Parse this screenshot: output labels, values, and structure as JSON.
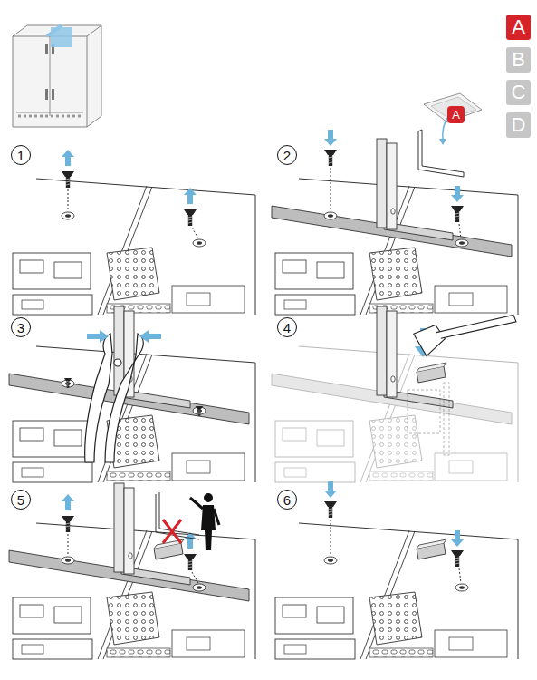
{
  "diagram": {
    "nodes": [
      {
        "text": [
          "A"
        ]
      },
      {
        "text": [
          "B"
        ]
      },
      {
        "text": [
          "C"
        ]
      },
      {
        "text": [
          "D"
        ]
      },
      {
        "text": [
          "1"
        ]
      },
      {
        "text": [
          "2"
        ]
      },
      {
        "text": [
          "A"
        ]
      },
      {
        "text": [
          "3"
        ]
      },
      {
        "text": [
          "4"
        ]
      },
      {
        "text": [
          "5"
        ]
      },
      {
        "text": [
          "6"
        ]
      }
    ]
  }
}
